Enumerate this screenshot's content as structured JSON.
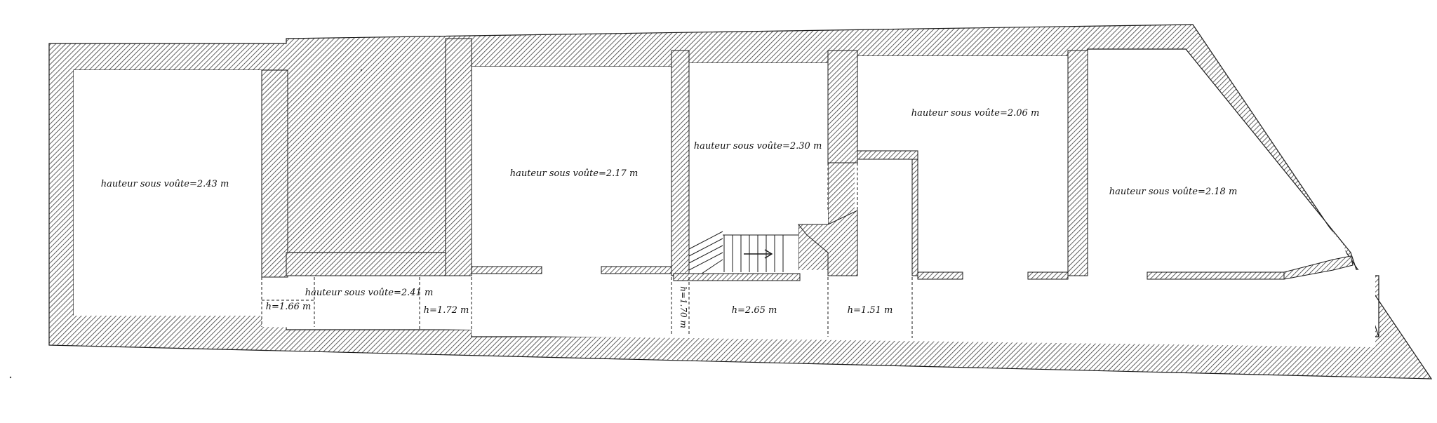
{
  "plan": {
    "rooms": [
      {
        "id": "room-1",
        "label": "hauteur sous voûte=2.43 m"
      },
      {
        "id": "corridor",
        "label": "hauteur sous voûte=2.41 m"
      },
      {
        "id": "room-2",
        "label": "hauteur sous voûte=2.17 m"
      },
      {
        "id": "room-3",
        "label": "hauteur sous voûte=2.30 m"
      },
      {
        "id": "room-4",
        "label": "hauteur sous voûte=2.06 m"
      },
      {
        "id": "room-5",
        "label": "hauteur sous voûte=2.18 m"
      }
    ],
    "heights": [
      {
        "id": "h-1",
        "label": "h=1.66 m"
      },
      {
        "id": "h-2",
        "label": "h=1.72 m"
      },
      {
        "id": "h-3",
        "label": "h=1.70 m"
      },
      {
        "id": "h-4",
        "label": "h=2.65 m"
      },
      {
        "id": "h-5",
        "label": "h=1.51 m"
      }
    ],
    "colors": {
      "wall_hatch": "#3a3a3a",
      "wall_outline": "#1a1a1a",
      "background": "#ffffff"
    }
  }
}
